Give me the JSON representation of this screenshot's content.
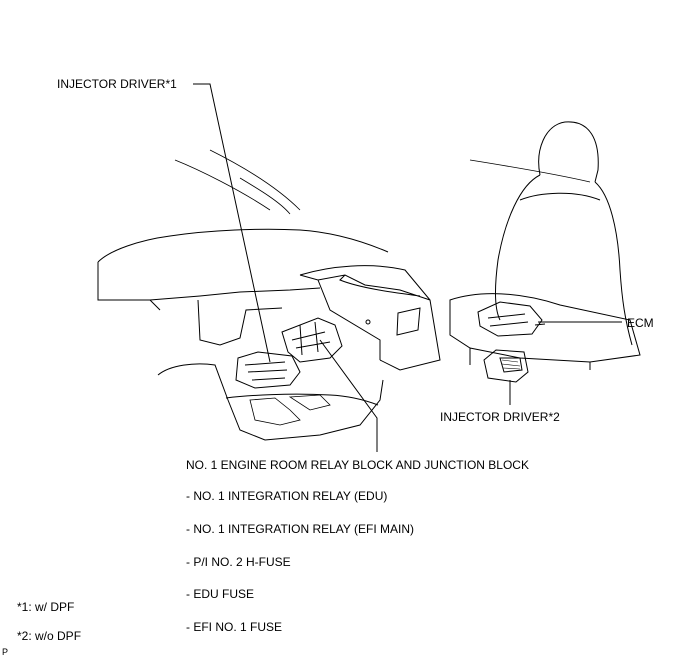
{
  "labels": {
    "injector_driver_1": "INJECTOR DRIVER*1",
    "ecm": "ECM",
    "injector_driver_2": "INJECTOR DRIVER*2",
    "relay_block": "NO. 1 ENGINE ROOM RELAY BLOCK AND JUNCTION BLOCK"
  },
  "relay_items": [
    "- NO. 1 INTEGRATION RELAY (EDU)",
    "- NO. 1 INTEGRATION RELAY (EFI MAIN)",
    "- P/I NO. 2 H-FUSE",
    "- EDU FUSE",
    "- EFI NO. 1 FUSE"
  ],
  "footnotes": [
    "*1: w/ DPF",
    "*2: w/o DPF"
  ],
  "corner_mark": "P"
}
